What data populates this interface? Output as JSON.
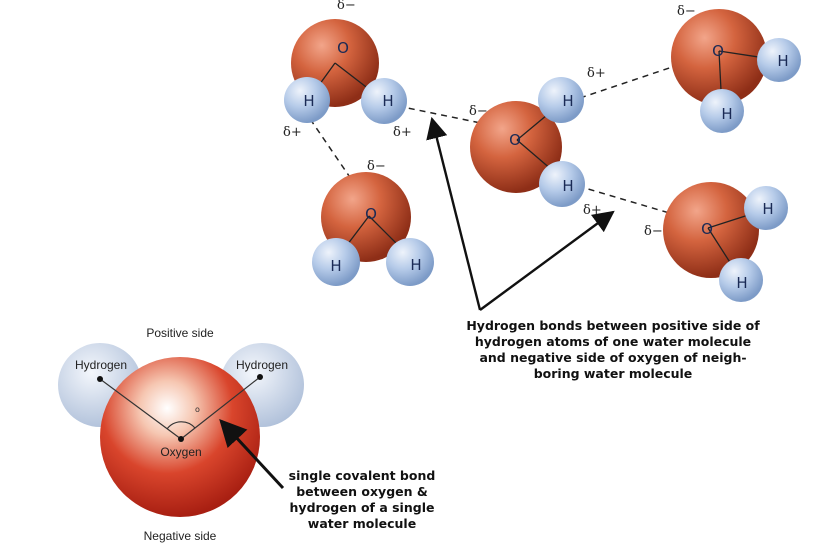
{
  "symbols": {
    "oxygen": "O",
    "hydrogen": "H",
    "delta_minus": "δ−",
    "delta_plus": "δ+"
  },
  "single_molecule": {
    "positive_side": "Positive side",
    "negative_side": "Negative side",
    "hydrogen_left": "Hydrogen",
    "hydrogen_right": "Hydrogen",
    "oxygen": "Oxygen",
    "angle_symbol": "o"
  },
  "captions": {
    "hydrogen_bonds": [
      "Hydrogen bonds between positive side of",
      "hydrogen atoms of one water molecule",
      "and negative side of oxygen of neigh-",
      "boring water molecule"
    ],
    "covalent_bond": [
      "single covalent  bond",
      "between oxygen &",
      "hydrogen of a single",
      "water molecule"
    ]
  },
  "colors": {
    "oxygen": "#c8553a",
    "hydrogen": "#a9c3e6",
    "outline_text": "#1a2a55"
  }
}
